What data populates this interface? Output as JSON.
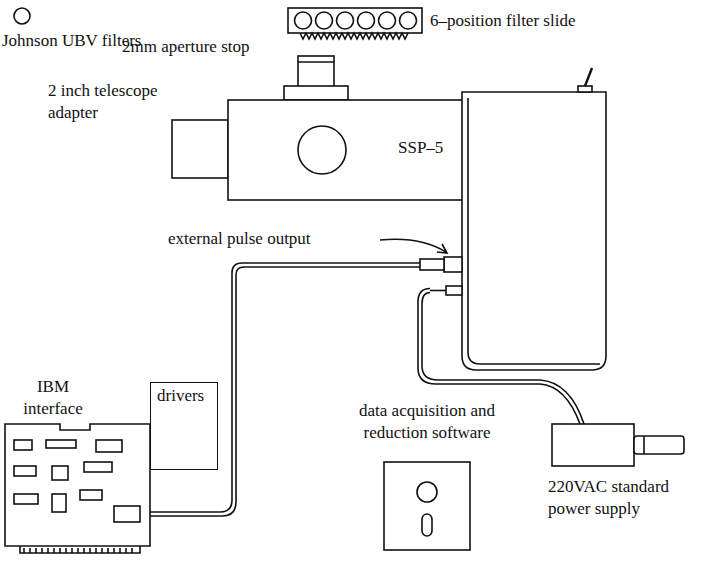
{
  "diagram": {
    "nodes": [
      {
        "text": [
          "SSP–5"
        ]
      },
      {
        "text": [
          "drivers"
        ]
      }
    ],
    "labels": [
      "Johnson UBV filters",
      "6–position filter slide",
      "2mm aperture stop",
      "2 inch telescope adapter",
      "external pulse output",
      "IBM interface",
      "data acquisition and reduction software",
      "220VAC standard power supply"
    ]
  }
}
